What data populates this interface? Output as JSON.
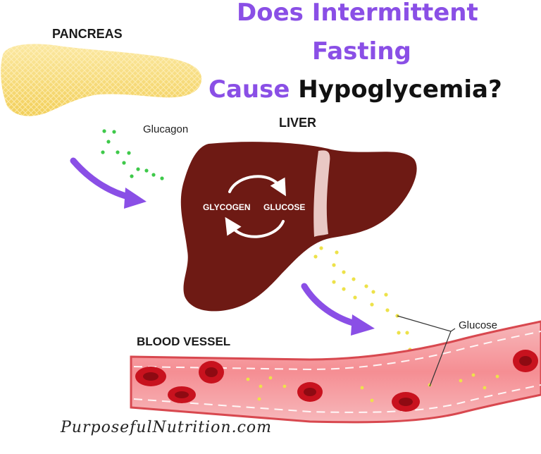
{
  "title": {
    "line1": "Does Intermittent",
    "line2": "Fasting",
    "line3_part1": "Cause ",
    "line3_part2": "Hypoglycemia?"
  },
  "labels": {
    "pancreas": "PANCREAS",
    "liver": "LIVER",
    "blood_vessel": "BLOOD VESSEL",
    "glucagon": "Glucagon",
    "glucose": "Glucose",
    "glycogen_inner": "GLYCOGEN",
    "glucose_inner": "GLUCOSE"
  },
  "watermark": "PurposefulNutrition.com",
  "colors": {
    "accent_purple": "#8a4fe6",
    "liver": "#6e1a14",
    "pancreas": "#f7dc7a",
    "vessel": "#f5a3a6",
    "blood_cell": "#c8121e",
    "glucagon_dots": "#3ec94a",
    "glucose_dots": "#ede24a"
  }
}
